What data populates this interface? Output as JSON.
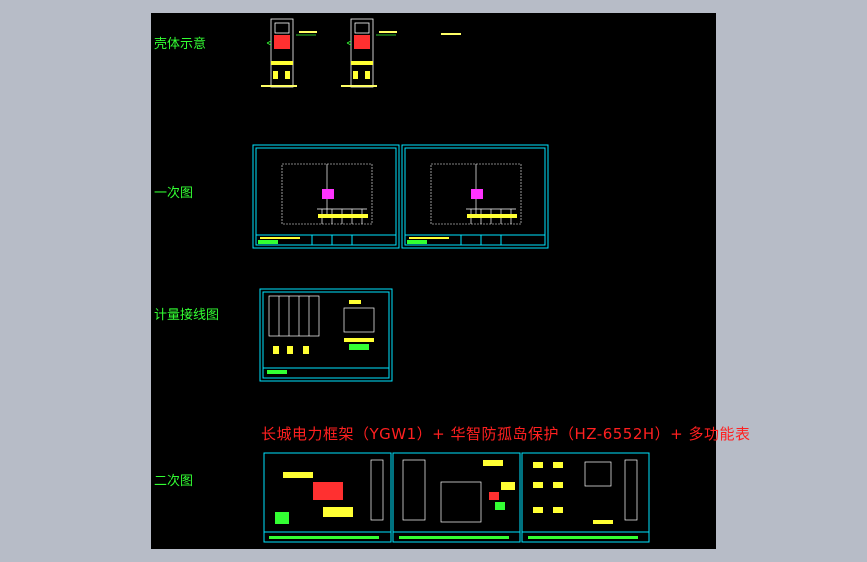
{
  "drawing": {
    "background": "#000000",
    "frame_color": "#00e5ff",
    "label_color": "#33ff33",
    "title_color": "#ff2020",
    "labels": {
      "housing": "壳体示意",
      "primary": "一次图",
      "metering": "计量接线图",
      "secondary": "二次图"
    },
    "title": "长城电力框架（YGW1）+ 华智防孤岛保护（HZ-6552H）+ 多功能表"
  }
}
